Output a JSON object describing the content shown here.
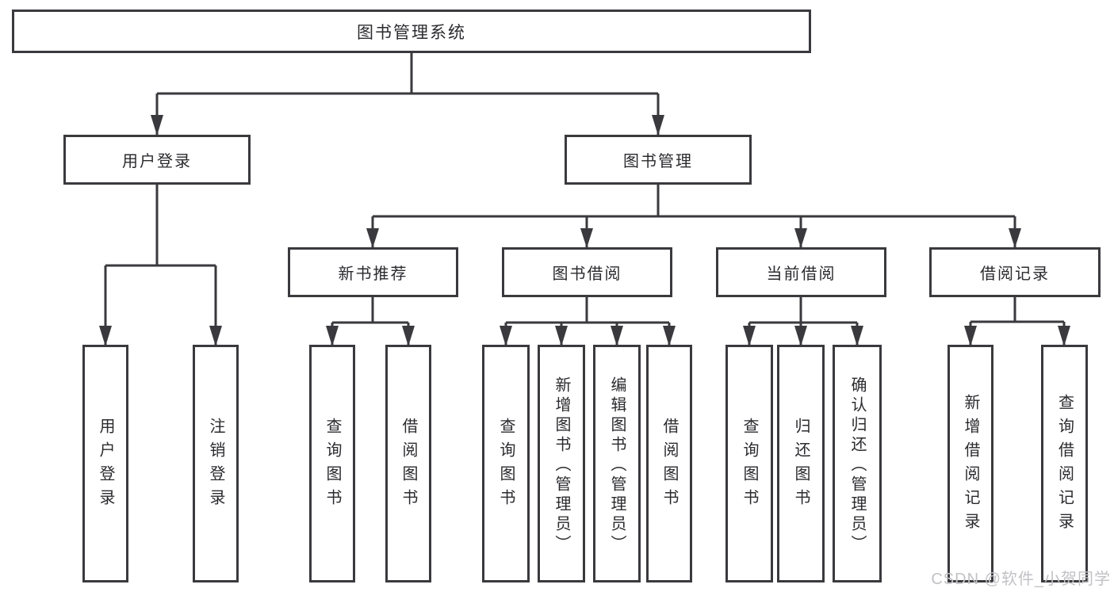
{
  "colors": {
    "line": "#3a3a3e",
    "text": "#2b2b2f",
    "bg": "#ffffff",
    "watermark": "#c2c2c6"
  },
  "tree": {
    "label": "图书管理系统",
    "children": [
      {
        "label": "用户登录",
        "children": [
          {
            "label": "用户登录"
          },
          {
            "label": "注销登录"
          }
        ]
      },
      {
        "label": "图书管理",
        "children": [
          {
            "label": "新书推荐",
            "children": [
              {
                "label": "查询图书"
              },
              {
                "label": "借阅图书"
              }
            ]
          },
          {
            "label": "图书借阅",
            "children": [
              {
                "label": "查询图书"
              },
              {
                "label": "新增图书（管理员）"
              },
              {
                "label": "编辑图书（管理员）"
              },
              {
                "label": "借阅图书"
              }
            ]
          },
          {
            "label": "当前借阅",
            "children": [
              {
                "label": "查询图书"
              },
              {
                "label": "归还图书"
              },
              {
                "label": "确认归还（管理员）"
              }
            ]
          },
          {
            "label": "借阅记录",
            "children": [
              {
                "label": "新增借阅记录"
              },
              {
                "label": "查询借阅记录"
              }
            ]
          }
        ]
      }
    ]
  },
  "watermark": "CSDN @软件_小贺同学"
}
